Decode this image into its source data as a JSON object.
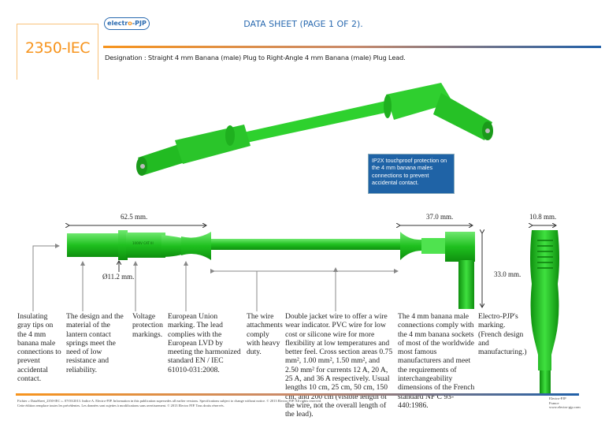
{
  "header": {
    "product_code": "2350-IEC",
    "logo_text": "electro-PJP",
    "title": "DATA SHEET (PAGE 1 OF 2).",
    "designation": "Designation : Straight 4 mm Banana (male) Plug to Right-Angle 4 mm Banana (male) Plug Lead."
  },
  "callout": "IP2X touchproof protection on the 4 mm banana males connections to prevent accidental contact.",
  "dimensions": {
    "straight_length": "62.5 mm.",
    "angle_length": "37.0 mm.",
    "width": "10.8 mm.",
    "diameter": "Ø11.2 mm.",
    "angle_height": "33.0 mm.",
    "marking": "1000V CAT III"
  },
  "descriptions": [
    "Insulating gray tips on the 4 mm banana male connections to prevent accidental contact.",
    "The design and the material of the lantern contact springs meet the need of low resistance and reliability.",
    "Voltage protection markings.",
    "European Union marking. The lead complies with the European LVD by meeting the harmonized standard EN / IEC 61010-031:2008.",
    "The wire attachments comply with heavy duty.",
    "Double jacket wire to offer a wire wear indicator. PVC wire for low cost or silicone wire for more flexibility at low temperatures and better feel. Cross section areas 0.75 mm², 1.00 mm², 1.50 mm², and 2.50 mm² for currents 12 A, 20 A, 25 A, and 36 A respectively. Usual lengths 10 cm, 25 cm, 50 cm, 150 cm, and 200 cm (visible length of the wire, not the overall length of the lead).",
    "The 4 mm banana male connections comply with the 4 mm banana sockets of most of the worldwide most famous manufacturers and meet the requirements of interchangeability dimensions of the French standard NF C 93-440:1986.",
    "Electro-PJP's marking. (French design and manufacturing.)"
  ],
  "footer": {
    "line1": "Fichier « DataSheet_2350-IEC ». 07/03/2013. Indice A. Electro-PJP. Information in this publication supersedes all earlier versions. Specifications subject to change without notice. © 2013 Electro PJP. All rights reserved.",
    "line2": "Cette édition remplace toutes les précédentes. Les données sont sujettes à modifications sans avertissement. © 2013 Electro PJP. Tous droits réservés.",
    "company": "Electro-PJP",
    "country": "France",
    "website": "www.electro-pjp.com"
  },
  "colors": {
    "accent_orange": "#f7941d",
    "accent_blue": "#1f5fa8",
    "product_green": "#22c022"
  }
}
